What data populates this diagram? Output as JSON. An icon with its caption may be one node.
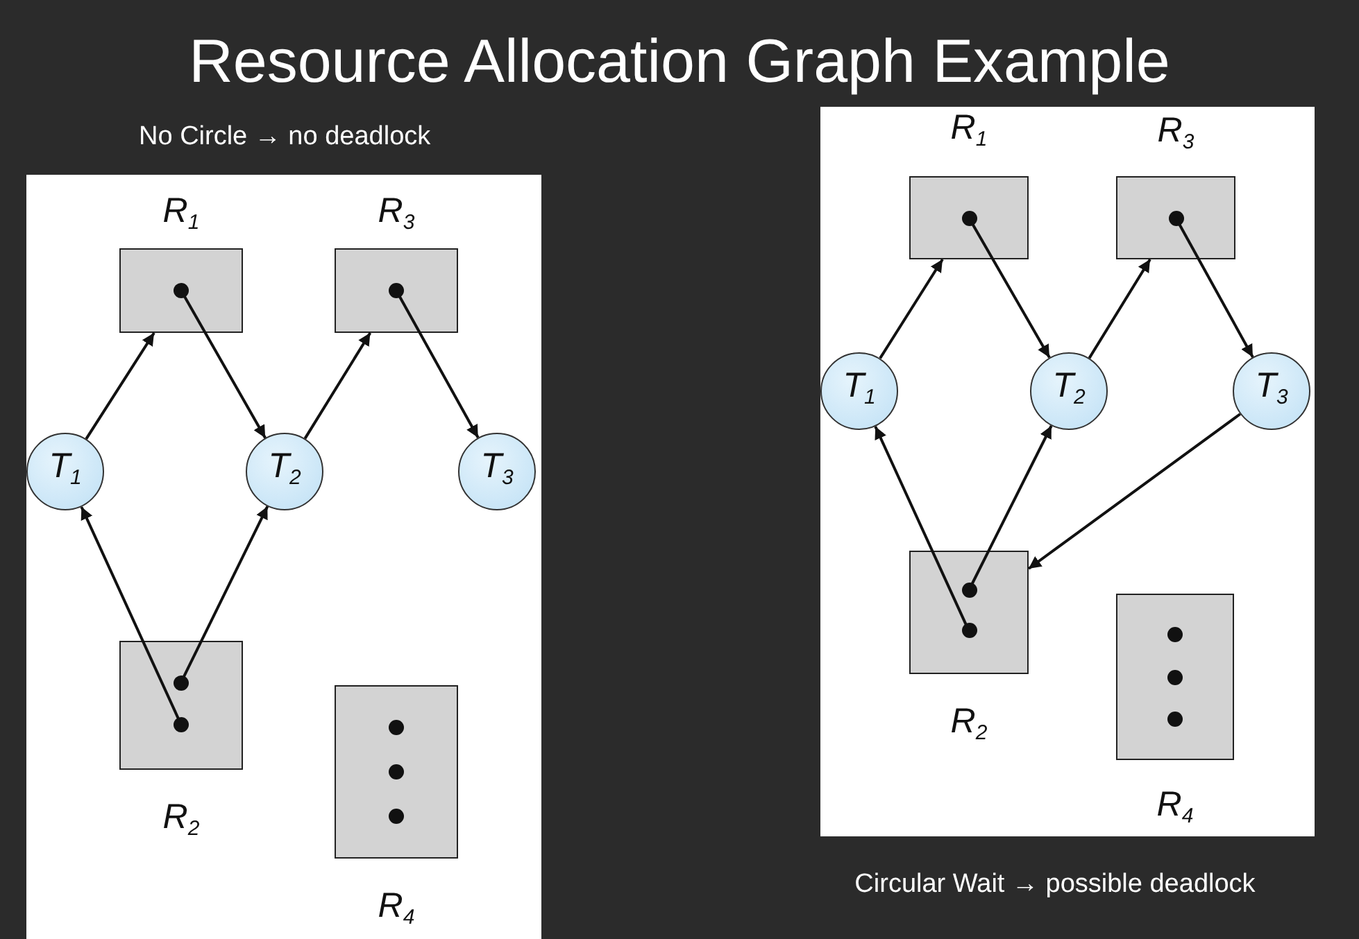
{
  "diagram": {
    "title": "Resource Allocation Graph Example",
    "nodes": [
      {
        "text": [
          "No Circle → no deadlock"
        ]
      },
      {
        "text": [
          "R$_{1}$"
        ],
        "in": 0
      },
      {
        "text": [
          "R$_{3}$"
        ],
        "in": 0
      },
      {
        "text": [
          "T$_{1}$"
        ],
        "in": 0
      },
      {
        "text": [
          "T$_{2}$"
        ],
        "in": 0
      },
      {
        "text": [
          "T$_{3}$"
        ],
        "in": 0
      },
      {
        "text": [
          "R$_{2}$"
        ],
        "in": 0
      },
      {
        "text": [
          "R$_{4}$"
        ],
        "in": 0
      },
      {
        "text": [
          "Circular Wait → possible deadlock"
        ]
      },
      {
        "text": [
          "R$_{1}$"
        ],
        "in": 8
      },
      {
        "text": [
          "R$_{3}$"
        ],
        "in": 8
      },
      {
        "text": [
          "T$_{1}$"
        ],
        "in": 8
      },
      {
        "text": [
          "T$_{2}$"
        ],
        "in": 8
      },
      {
        "text": [
          "T$_{3}$"
        ],
        "in": 8
      },
      {
        "text": [
          "R$_{2}$"
        ],
        "in": 8
      },
      {
        "text": [
          "R$_{4}$"
        ],
        "in": 8
      }
    ],
    "edges": [
      {
        "from": 3,
        "to": 1,
        "arrow": "to"
      },
      {
        "from": 1,
        "to": 4,
        "arrow": "to"
      },
      {
        "from": 4,
        "to": 2,
        "arrow": "to"
      },
      {
        "from": 2,
        "to": 5,
        "arrow": "to"
      },
      {
        "from": 6,
        "to": 3,
        "arrow": "to"
      },
      {
        "from": 6,
        "to": 4,
        "arrow": "to"
      },
      {
        "from": 11,
        "to": 9,
        "arrow": "to"
      },
      {
        "from": 9,
        "to": 12,
        "arrow": "to"
      },
      {
        "from": 12,
        "to": 10,
        "arrow": "to"
      },
      {
        "from": 10,
        "to": 13,
        "arrow": "to"
      },
      {
        "from": 14,
        "to": 11,
        "arrow": "to"
      },
      {
        "from": 14,
        "to": 12,
        "arrow": "to"
      },
      {
        "from": 13,
        "to": 14,
        "arrow": "to"
      }
    ]
  }
}
